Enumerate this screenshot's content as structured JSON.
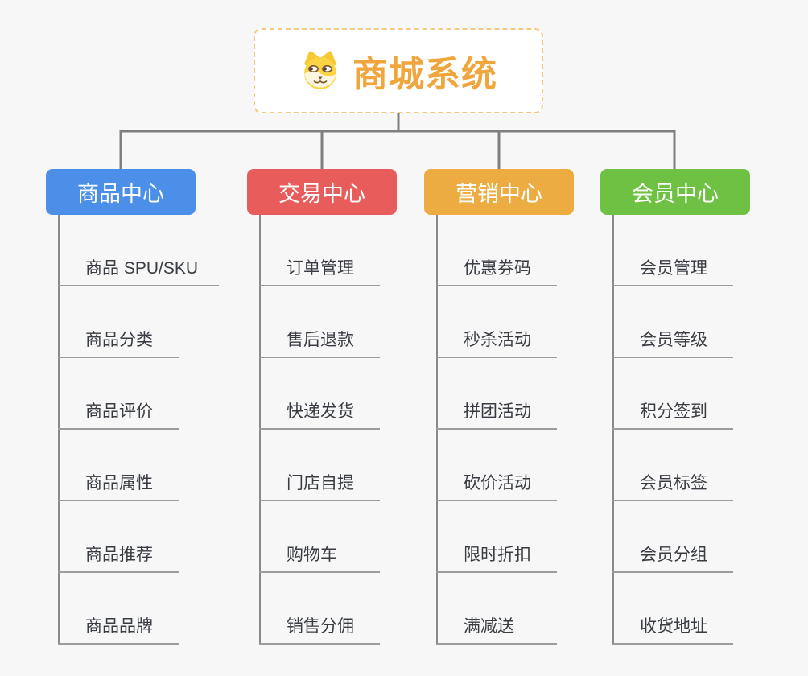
{
  "root": {
    "title": "商城系统",
    "icon": "doge-icon"
  },
  "branches": [
    {
      "label": "商品中心",
      "color": "#4C8FE8",
      "items": [
        "商品 SPU/SKU",
        "商品分类",
        "商品评价",
        "商品属性",
        "商品推荐",
        "商品品牌"
      ]
    },
    {
      "label": "交易中心",
      "color": "#E85C5C",
      "items": [
        "订单管理",
        "售后退款",
        "快递发货",
        "门店自提",
        "购物车",
        "销售分佣"
      ]
    },
    {
      "label": "营销中心",
      "color": "#ECAC41",
      "items": [
        "优惠券码",
        "秒杀活动",
        "拼团活动",
        "砍价活动",
        "限时折扣",
        "满减送"
      ]
    },
    {
      "label": "会员中心",
      "color": "#6FC143",
      "items": [
        "会员管理",
        "会员等级",
        "积分签到",
        "会员标签",
        "会员分组",
        "收货地址"
      ]
    }
  ],
  "colors": {
    "background": "#F7F7F7",
    "connector": "#7F7F7F",
    "item_text": "#393D43",
    "root_accent": "#F0A63C",
    "root_border": "#F5C87E"
  }
}
